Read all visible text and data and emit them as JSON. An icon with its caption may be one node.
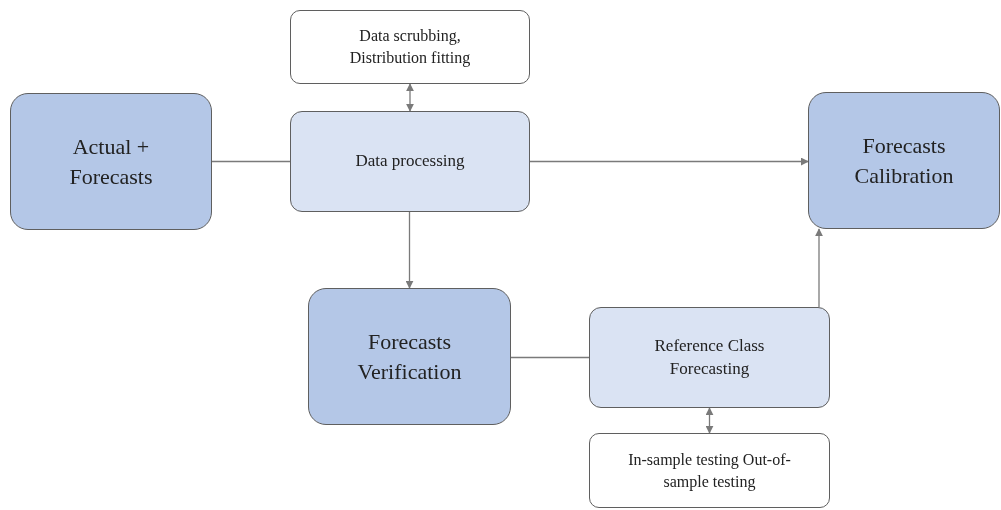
{
  "diagram": {
    "nodes": [
      {
        "text": [
          "Actual + Forecasts"
        ]
      },
      {
        "text": [
          "Data scrubbing, Distribution fitting"
        ]
      },
      {
        "text": [
          "Data processing"
        ]
      },
      {
        "text": [
          "Forecasts Calibration"
        ]
      },
      {
        "text": [
          "Forecasts Verification"
        ]
      },
      {
        "text": [
          "Reference Class Forecasting"
        ]
      },
      {
        "text": [
          "In-sample testing Out-of-sample testing"
        ]
      }
    ],
    "edges": [
      {
        "from": 0,
        "to": 2,
        "arrow": "none"
      },
      {
        "from": 1,
        "to": 2,
        "arrow": "both"
      },
      {
        "from": 2,
        "to": 3,
        "arrow": "to"
      },
      {
        "from": 2,
        "to": 4,
        "arrow": "to"
      },
      {
        "from": 4,
        "to": 5,
        "arrow": "none"
      },
      {
        "from": 5,
        "to": 3,
        "arrow": "to"
      },
      {
        "from": 5,
        "to": 6,
        "arrow": "both"
      }
    ]
  }
}
